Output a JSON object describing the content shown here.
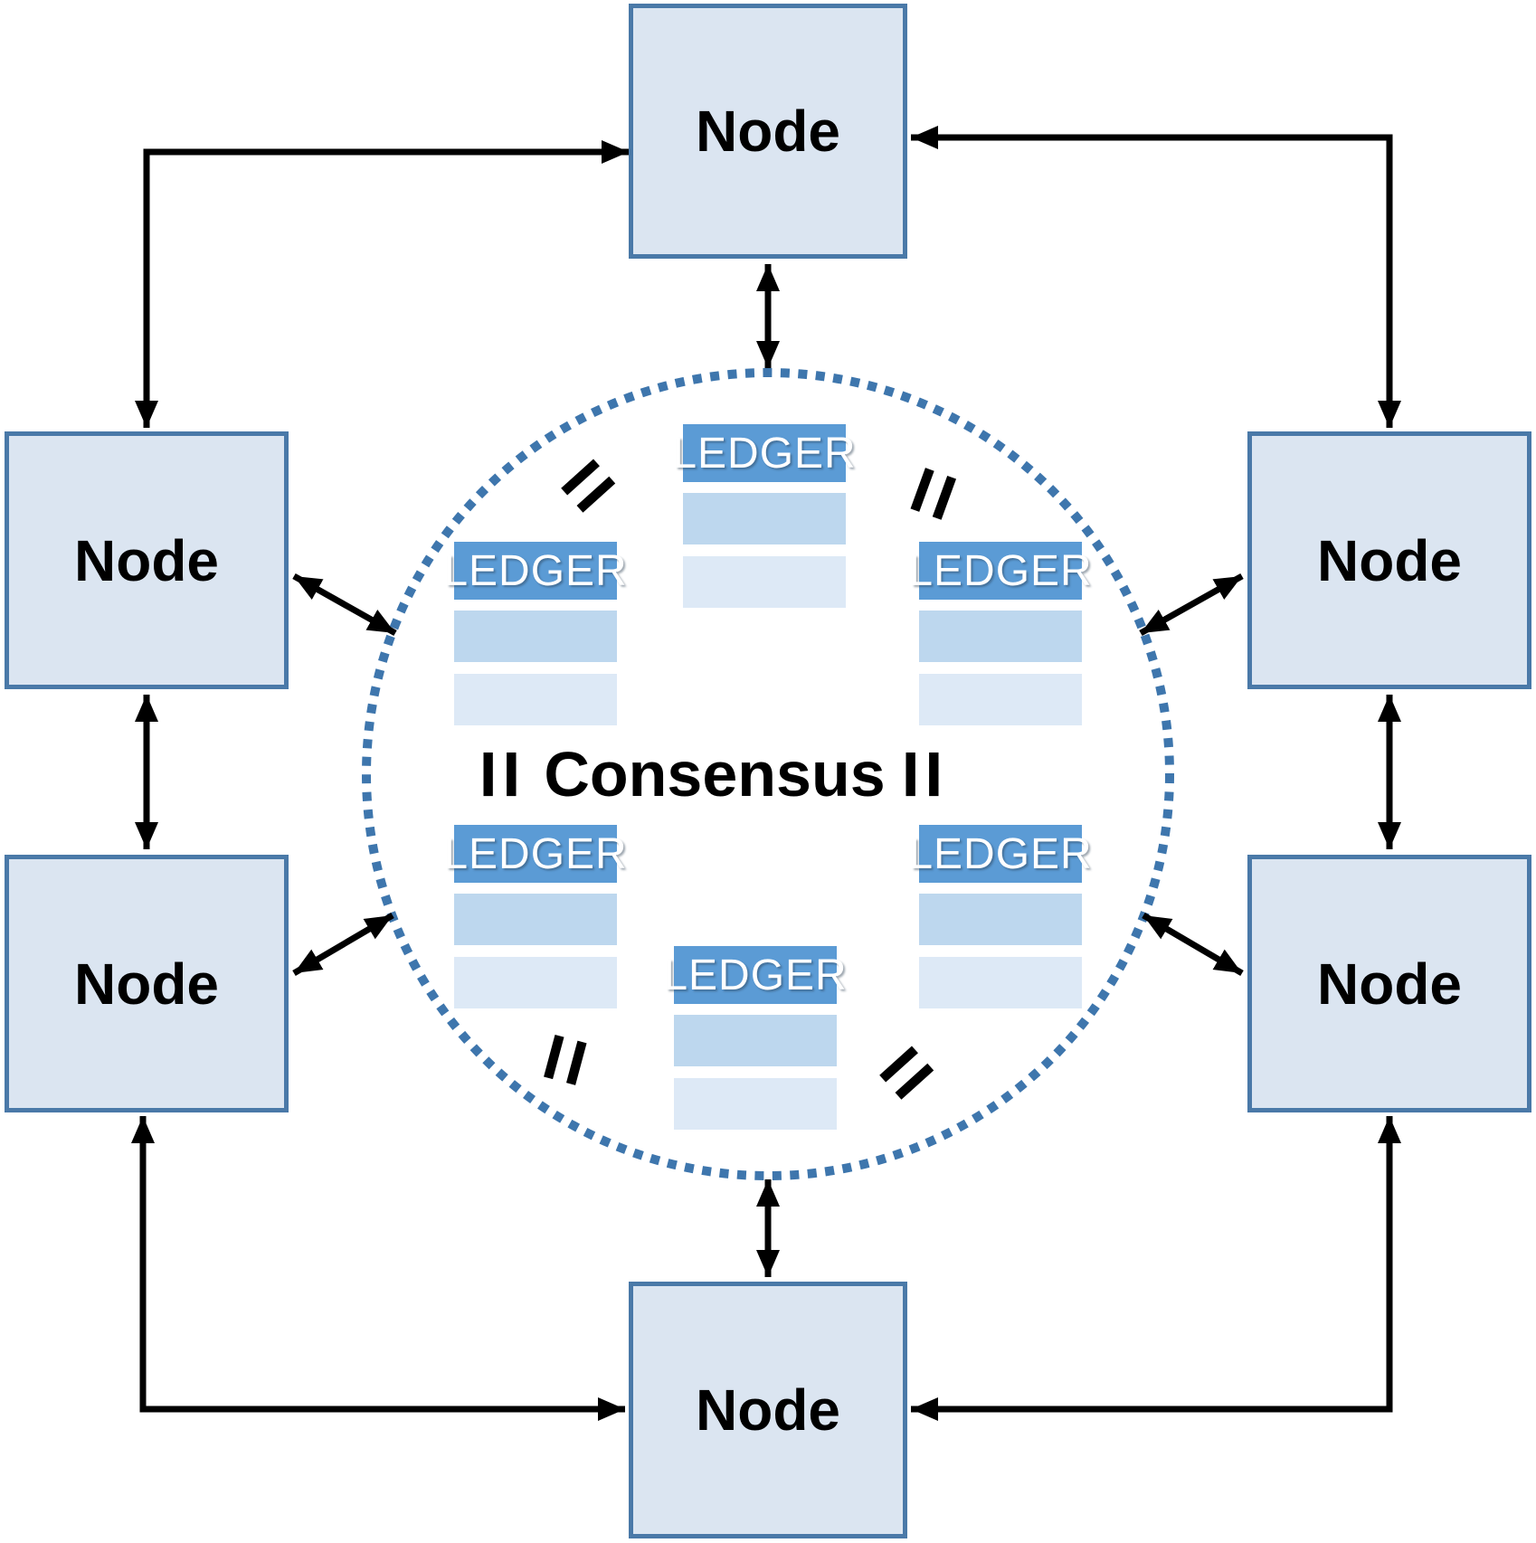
{
  "diagram": {
    "consensus_label": "Consensus",
    "equals_sign": "=",
    "circle_style": "dotted"
  },
  "nodes": [
    {
      "id": "top",
      "label": "Node"
    },
    {
      "id": "left-upper",
      "label": "Node"
    },
    {
      "id": "left-lower",
      "label": "Node"
    },
    {
      "id": "right-upper",
      "label": "Node"
    },
    {
      "id": "right-lower",
      "label": "Node"
    },
    {
      "id": "bottom",
      "label": "Node"
    }
  ],
  "ledgers": [
    {
      "id": "top-center",
      "label": "LEDGER",
      "rows": 2
    },
    {
      "id": "upper-left",
      "label": "LEDGER",
      "rows": 2
    },
    {
      "id": "upper-right",
      "label": "LEDGER",
      "rows": 2
    },
    {
      "id": "lower-left",
      "label": "LEDGER",
      "rows": 2
    },
    {
      "id": "lower-right",
      "label": "LEDGER",
      "rows": 2
    },
    {
      "id": "bottom-center",
      "label": "LEDGER",
      "rows": 2
    }
  ],
  "connections": [
    "top-node <-> left-upper-node",
    "top-node <-> right-upper-node",
    "top-node <-> consensus-circle",
    "left-upper-node <-> left-lower-node",
    "left-upper-node <-> consensus-circle",
    "left-lower-node <-> consensus-circle",
    "left-lower-node <-> bottom-node",
    "right-upper-node <-> right-lower-node",
    "right-upper-node <-> consensus-circle",
    "right-lower-node <-> consensus-circle",
    "right-lower-node <-> bottom-node",
    "bottom-node <-> consensus-circle"
  ],
  "colors": {
    "node_fill": "#dbe5f1",
    "node_border": "#4a79a8",
    "circle_dots": "#3e76ad",
    "ledger_header": "#5b9bd5",
    "ledger_row1": "#bdd7ee",
    "ledger_row2": "#dde9f6",
    "arrows": "#000000",
    "background": "#ffffff"
  }
}
